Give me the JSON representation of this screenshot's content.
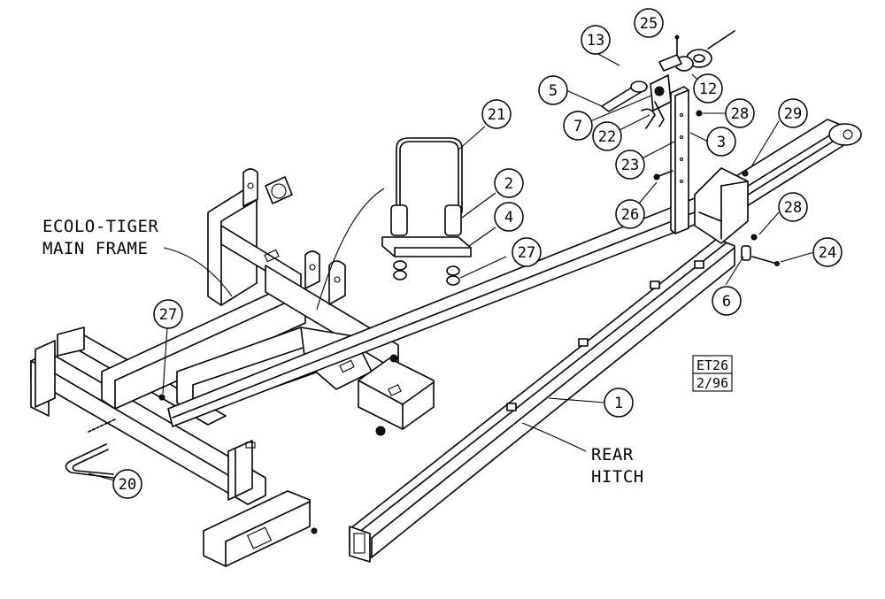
{
  "diagram": {
    "labels": {
      "main_frame_line1": "ECOLO-TIGER",
      "main_frame_line2": "MAIN FRAME",
      "rear_hitch_line1": "REAR",
      "rear_hitch_line2": "HITCH"
    },
    "stamp": {
      "line1": "ET26",
      "line2": "2/96"
    },
    "callouts": {
      "c1": "1",
      "c2": "2",
      "c3": "3",
      "c4": "4",
      "c5": "5",
      "c6": "6",
      "c7": "7",
      "c12": "12",
      "c13": "13",
      "c20": "20",
      "c21": "21",
      "c22": "22",
      "c23": "23",
      "c24": "24",
      "c25": "25",
      "c26": "26",
      "c27a": "27",
      "c27b": "27",
      "c28a": "28",
      "c28b": "28",
      "c29": "29"
    }
  }
}
